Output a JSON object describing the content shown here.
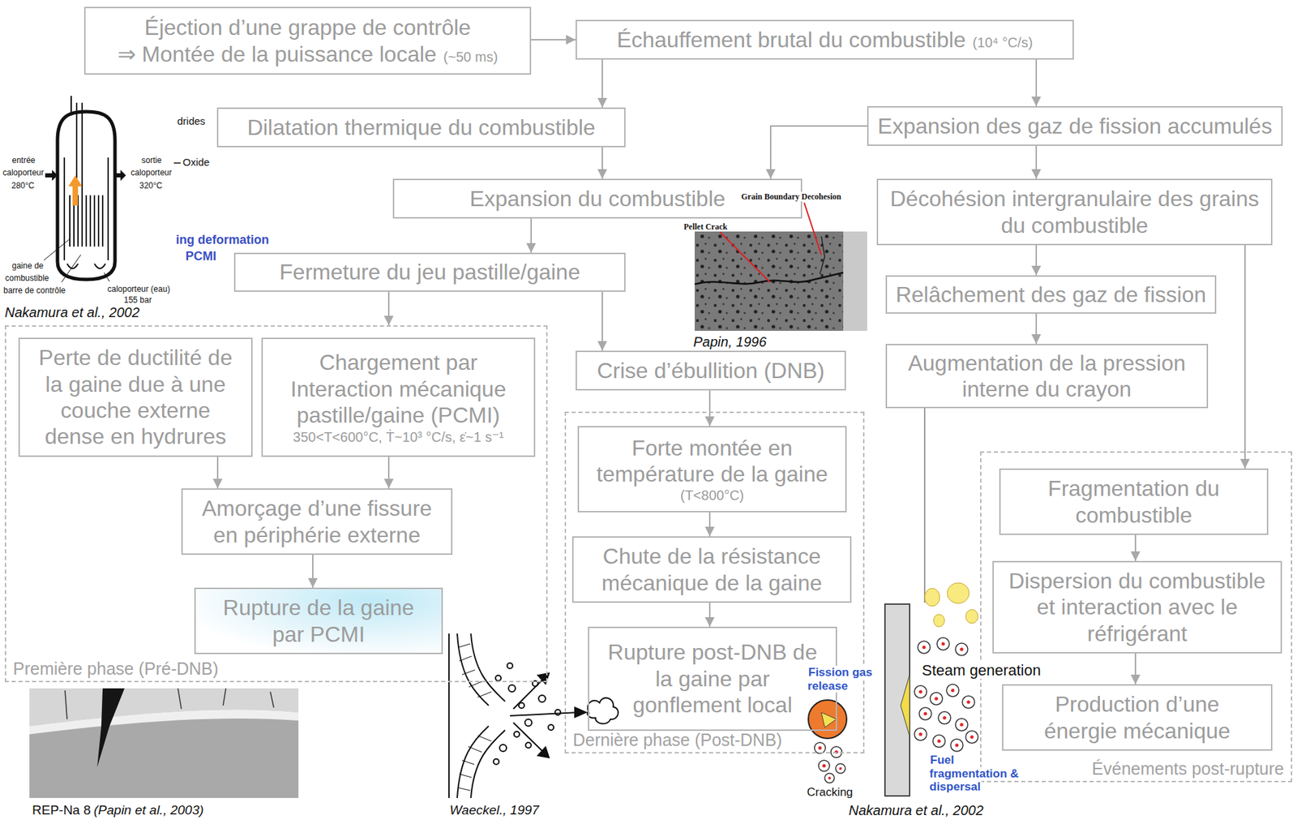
{
  "diagram": {
    "nodes": [
      {
        "text": [
          "Éjection d’une grappe de contrôle",
          "⇒ Montée de la puissance locale",
          "(~50 ms)"
        ]
      },
      {
        "text": [
          "Échauffement brutal du combustible",
          "(10⁴ °C/s)"
        ]
      },
      {
        "text": [
          "Dilatation thermique du combustible"
        ]
      },
      {
        "text": [
          "Expansion des gaz de fission accumulés"
        ]
      },
      {
        "text": [
          "Expansion du combustible"
        ]
      },
      {
        "text": [
          "Décohésion intergranulaire des grains du combustible"
        ]
      },
      {
        "text": [
          "Fermeture du jeu pastille/gaine"
        ]
      },
      {
        "text": [
          "Relâchement des gaz de fission"
        ]
      },
      {
        "text": [
          "Première phase (Pré-DNB)"
        ]
      },
      {
        "text": [
          "Perte de ductilité de la gaine due à une couche externe dense en hydrures"
        ],
        "in": 8
      },
      {
        "text": [
          "Chargement par Interaction mécanique pastille/gaine (PCMI)",
          "350<T<600°C, Ṫ~10³ °C/s, ε̇~1 s⁻¹"
        ],
        "in": 8
      },
      {
        "text": [
          "Amorçage d’une fissure en périphérie externe"
        ],
        "in": 8
      },
      {
        "text": [
          "Rupture de la gaine par PCMI"
        ],
        "in": 8
      },
      {
        "text": [
          "Crise d’ébullition (DNB)"
        ]
      },
      {
        "text": [
          "Augmentation de la pression interne du crayon"
        ]
      },
      {
        "text": [
          "Dernière phase (Post-DNB)"
        ]
      },
      {
        "text": [
          "Forte montée en température de la gaine",
          "(T<800°C)"
        ],
        "in": 15
      },
      {
        "text": [
          "Chute de la résistance mécanique de la gaine"
        ],
        "in": 15
      },
      {
        "text": [
          "Rupture post-DNB de la gaine par gonflement local"
        ],
        "in": 15
      },
      {
        "text": [
          "Événements post-rupture"
        ]
      },
      {
        "text": [
          "Fragmentation du combustible"
        ],
        "in": 19
      },
      {
        "text": [
          "Dispersion du combustible et interaction avec le réfrigérant"
        ],
        "in": 19
      },
      {
        "text": [
          "Production d’une énergie mécanique"
        ],
        "in": 19
      }
    ],
    "edges": [
      {
        "from": 0,
        "to": 1,
        "arrow": "to"
      },
      {
        "from": 1,
        "to": 2,
        "arrow": "to"
      },
      {
        "from": 1,
        "to": 3,
        "arrow": "to"
      },
      {
        "from": 2,
        "to": 4,
        "arrow": "to"
      },
      {
        "from": 3,
        "to": 4,
        "arrow": "to"
      },
      {
        "from": 3,
        "to": 5,
        "arrow": "to"
      },
      {
        "from": 4,
        "to": 6,
        "arrow": "to"
      },
      {
        "from": 6,
        "to": 8,
        "arrow": "to"
      },
      {
        "from": 6,
        "to": 13,
        "arrow": "to"
      },
      {
        "from": 5,
        "to": 7,
        "arrow": "to"
      },
      {
        "from": 7,
        "to": 14,
        "arrow": "to"
      },
      {
        "from": 5,
        "to": 20,
        "arrow": "to"
      },
      {
        "from": 9,
        "to": 11,
        "arrow": "to"
      },
      {
        "from": 10,
        "to": 11,
        "arrow": "to"
      },
      {
        "from": 11,
        "to": 12,
        "arrow": "to"
      },
      {
        "from": 13,
        "to": 16,
        "arrow": "to"
      },
      {
        "from": 16,
        "to": 17,
        "arrow": "to"
      },
      {
        "from": 17,
        "to": 18,
        "arrow": "to"
      },
      {
        "from": 20,
        "to": 21,
        "arrow": "to"
      },
      {
        "from": 21,
        "to": 22,
        "arrow": "to"
      }
    ],
    "labels": [
      "Nakamura et al., 2002",
      "entrée caloporteur 280°C",
      "sortie caloporteur 320°C",
      "gaine de combustible",
      "barre de contrôle",
      "caloporteur (eau)",
      "155 bar",
      "drides",
      "Oxide",
      "ing deformation",
      "PCMI",
      "Pellet Crack",
      "Grain Boundary Decohesion",
      "Papin, 1996",
      "REP-Na 8",
      "(Papin et al., 2003)",
      "Waeckel., 1997",
      "Fission gas release",
      "Steam generation",
      "Fuel fragmentation & dispersal",
      "Cracking",
      "Nakamura et al., 2002"
    ]
  }
}
